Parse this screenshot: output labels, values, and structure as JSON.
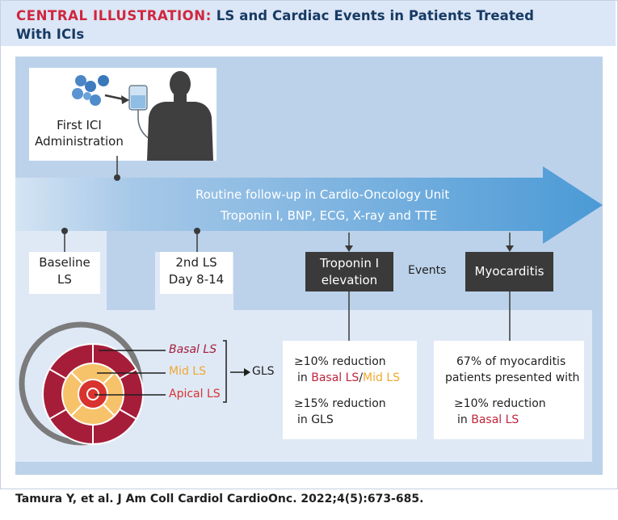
{
  "header": {
    "label": "CENTRAL ILLUSTRATION:",
    "title_line1": "LS and Cardiac Events in Patients Treated",
    "title_line2": "With ICIs"
  },
  "ici": {
    "label_line1": "First ICI",
    "label_line2": "Administration"
  },
  "followup": {
    "title": "Routine follow-up in Cardio-Oncology Unit",
    "tests": "Troponin I, BNP, ECG, X-ray and TTE"
  },
  "timepoints": {
    "baseline_line1": "Baseline",
    "baseline_line2": "LS",
    "second_line1": "2nd LS",
    "second_line2": "Day 8-14"
  },
  "events": {
    "troponin_line1": "Troponin I",
    "troponin_line2": "elevation",
    "label": "Events",
    "myocarditis": "Myocarditis"
  },
  "ls": {
    "basal": "Basal LS",
    "mid": "Mid LS",
    "apical": "Apical LS",
    "gls": "GLS"
  },
  "troponin_result": {
    "line1": "≥10% reduction",
    "line2_prefix": "in ",
    "line2_basal": "Basal LS",
    "line2_sep": "/",
    "line2_mid": "Mid LS",
    "line3": "≥15% reduction",
    "line4": "in GLS"
  },
  "myocarditis_result": {
    "line1": "67% of myocarditis",
    "line2": "patients presented with",
    "line3": "≥10% reduction",
    "line4_prefix": "in ",
    "line4_basal": "Basal LS"
  },
  "citation": "Tamura Y, et al. J Am Coll Cardiol CardioOnc. 2022;4(5):673-685.",
  "colors": {
    "header_red": "#d0263e",
    "header_navy": "#163a63",
    "basal": "#a61d3a",
    "mid": "#f0a830",
    "apical": "#d8332f",
    "arrow": "#4b9ad6"
  }
}
